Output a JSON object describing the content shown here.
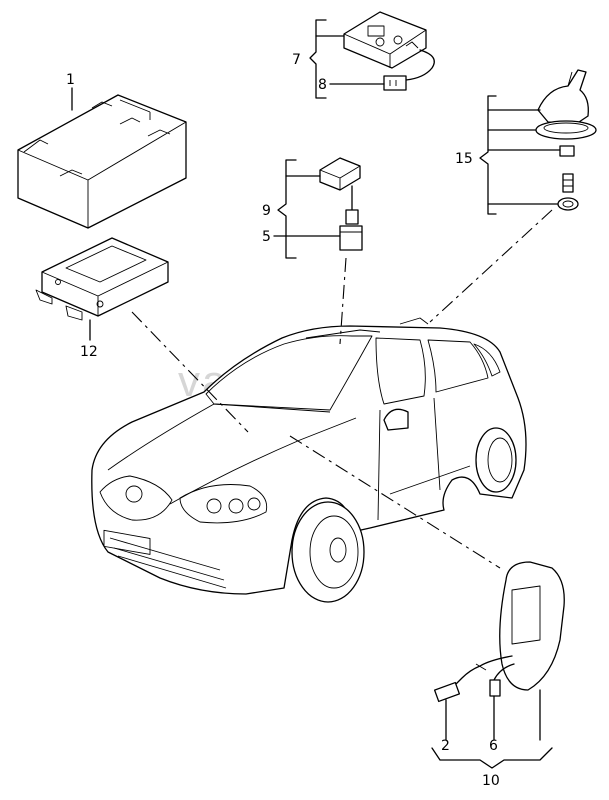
{
  "watermark": "vagtec.ru",
  "callouts": {
    "c1": "1",
    "c2": "2",
    "c5": "5",
    "c6": "6",
    "c7": "7",
    "c8": "8",
    "c9": "9",
    "c10": "10",
    "c12": "12",
    "c15": "15"
  }
}
